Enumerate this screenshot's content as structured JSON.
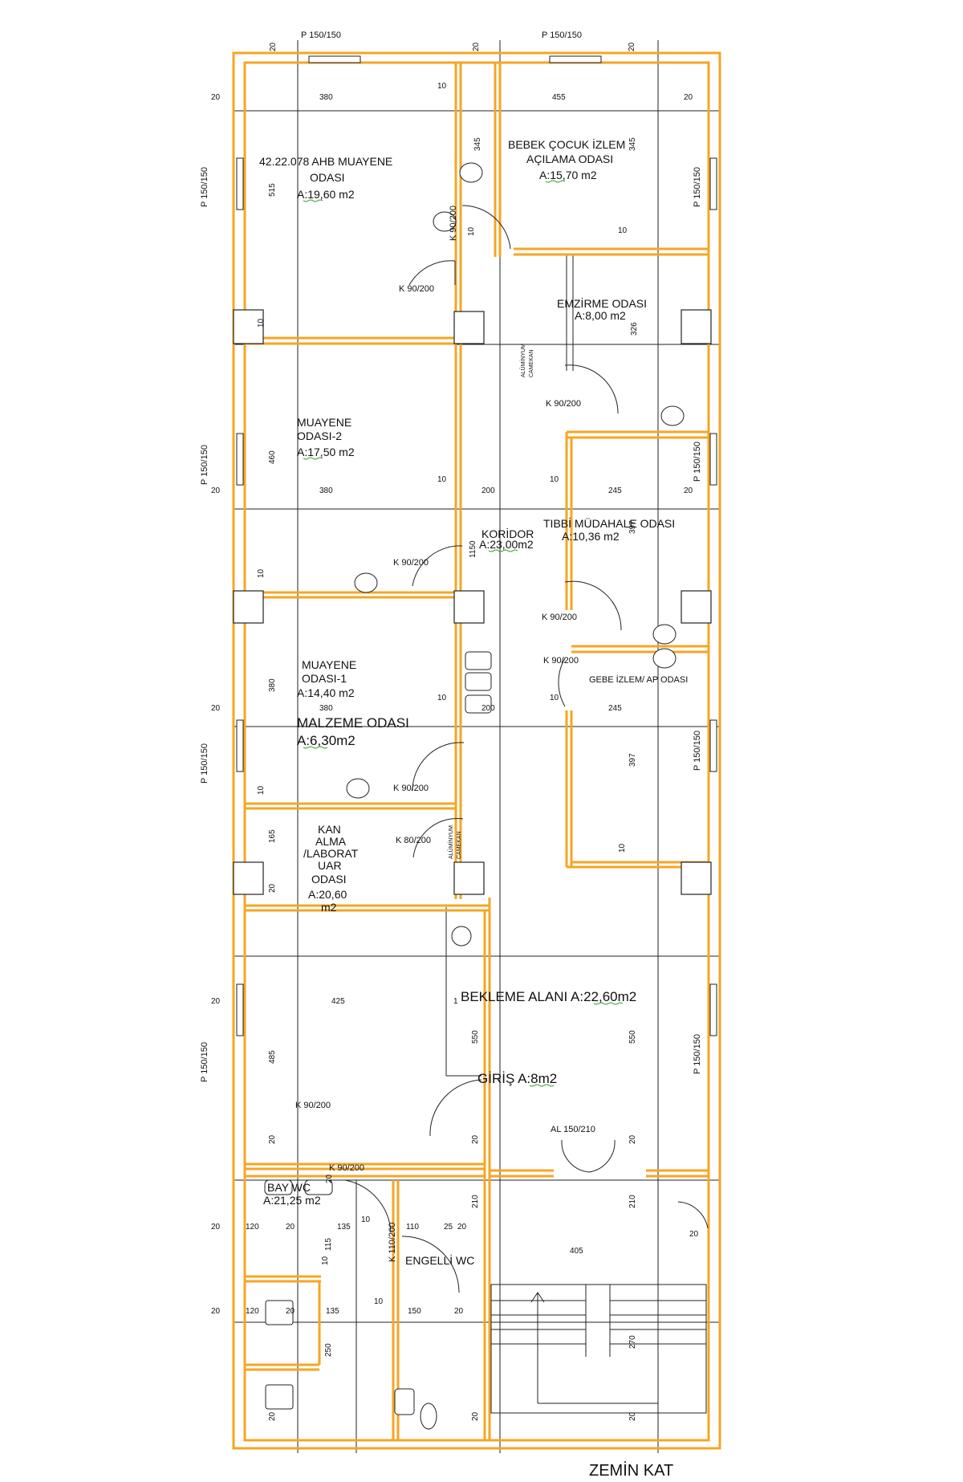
{
  "drawing": {
    "title": "ZEMİN KAT",
    "colors": {
      "wall": "#f5a623",
      "line": "#222222",
      "background": "#ffffff",
      "green_underline": "#2e9a2e"
    }
  },
  "rooms": {
    "ahb": {
      "line1": "42.22.078 AHB MUAYENE",
      "line2": "ODASI",
      "area": "A:19,60 m2"
    },
    "bebek": {
      "line1": "BEBEK ÇOCUK İZLEM",
      "line2": "AÇILAMA ODASI",
      "area": "A:15,70 m2"
    },
    "emzirme": {
      "line1": "EMZİRME ODASI",
      "area": "A:8,00 m2"
    },
    "muayene2": {
      "line1": "MUAYENE",
      "line2": "ODASI-2",
      "area": "A:17,50 m2"
    },
    "koridor": {
      "line1": "KORİDOR",
      "area": "A:23,00m2"
    },
    "tibbi": {
      "line1": "TIBBİ MÜDAHALE ODASI",
      "area": "A:10,36 m2"
    },
    "muayene1": {
      "line1": "MUAYENE",
      "line2": "ODASI-1",
      "area": "A:14,40 m2"
    },
    "malzeme": {
      "line1": "MALZEME ODASI",
      "area": "A:6,30m2"
    },
    "gebe": {
      "line1": "GEBE İZLEM/ AP ODASI"
    },
    "kan": {
      "line1": "KAN",
      "line2": "ALMA",
      "line3": "/LABORAT",
      "line4": "UAR",
      "line5": "ODASI",
      "line6": "A:20,60",
      "line7": "m2"
    },
    "bekleme": {
      "line1": "BEKLEME  ALANI A:22,60m2"
    },
    "giris": {
      "line1": "GİRİŞ A:8m2"
    },
    "baywc": {
      "line1": "BAY WC",
      "area": "A:21,25 m2"
    },
    "engelli": {
      "line1": "ENGELLİ WC"
    }
  },
  "windows": {
    "p150": "P 150/150"
  },
  "doors": {
    "k90": "K 90/200",
    "k80": "K 80/200",
    "k110": "K 110/200",
    "al150": "AL 150/210",
    "aluminyum": "ALÜMİNYUM",
    "camekan": "CAMEKAN"
  },
  "dims": {
    "d20": "20",
    "d10": "10",
    "d380": "380",
    "d455": "455",
    "d345": "345",
    "d515": "515",
    "d326": "326",
    "d460": "460",
    "d200": "200",
    "d245": "245",
    "d1150": "1150",
    "d397": "397",
    "d165": "165",
    "d425": "425",
    "d485": "485",
    "d550": "550",
    "d120": "120",
    "d135": "135",
    "d115": "115",
    "d110": "110",
    "d25": "25",
    "d150": "150",
    "d250": "250",
    "d405": "405",
    "d210": "210",
    "d270": "270",
    "d1": "1"
  }
}
